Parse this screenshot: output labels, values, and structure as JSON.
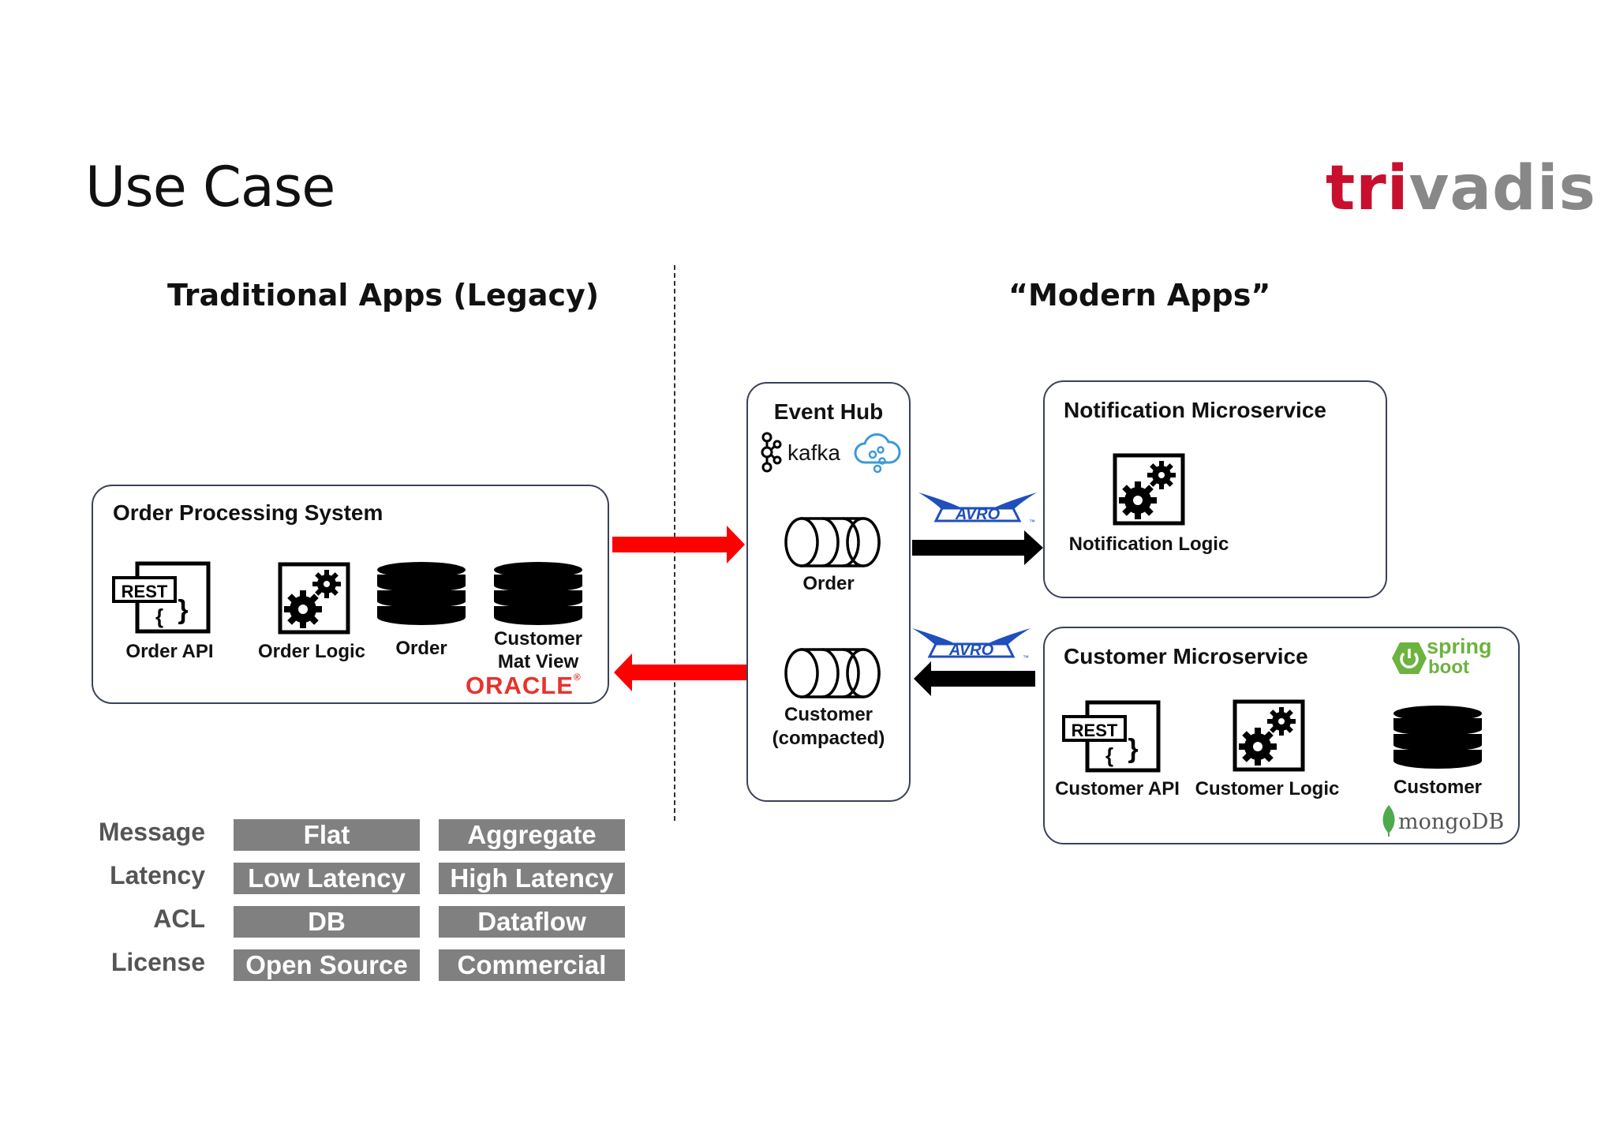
{
  "slide": {
    "title": "Use Case",
    "logo": {
      "part1": "tri",
      "part2": "vadis"
    }
  },
  "sections": {
    "legacy": "Traditional Apps (Legacy)",
    "modern": "“Modern Apps”"
  },
  "order_processing": {
    "title": "Order Processing System",
    "rest_badge": "REST",
    "items": [
      "Order API",
      "Order Logic",
      "Order"
    ],
    "mat_view_line1": "Customer",
    "mat_view_line2": "Mat View",
    "vendor_logo": "ORACLE",
    "trademark": "®"
  },
  "event_hub": {
    "title": "Event Hub",
    "kafka_label": "kafka",
    "topic_order": "Order",
    "topic_customer_line1": "Customer",
    "topic_customer_line2": "(compacted)"
  },
  "avro": {
    "label": "AVRO",
    "trademark": "™"
  },
  "notification": {
    "title": "Notification Microservice",
    "logic": "Notification Logic"
  },
  "customer_ms": {
    "title": "Customer Microservice",
    "rest_badge": "REST",
    "items": [
      "Customer API",
      "Customer Logic",
      "Customer"
    ],
    "spring_line1": "spring",
    "spring_line2": "boot",
    "mongo_logo": "mongoDB"
  },
  "comparison": {
    "rows": [
      {
        "label": "Message",
        "left": "Flat",
        "right": "Aggregate"
      },
      {
        "label": "Latency",
        "left": "Low Latency",
        "right": "High Latency"
      },
      {
        "label": "ACL",
        "left": "DB",
        "right": "Dataflow"
      },
      {
        "label": "License",
        "left": "Open Source",
        "right": "Commercial"
      }
    ]
  },
  "colors": {
    "arrow_red": "#ff0000",
    "arrow_black": "#000000",
    "box_border": "#3a4257",
    "tag_gray": "#808080",
    "oracle_red": "#e8322b",
    "spring_green": "#6db33f",
    "mongo_green": "#4fa94d",
    "avro_blue": "#1f4ebd"
  }
}
